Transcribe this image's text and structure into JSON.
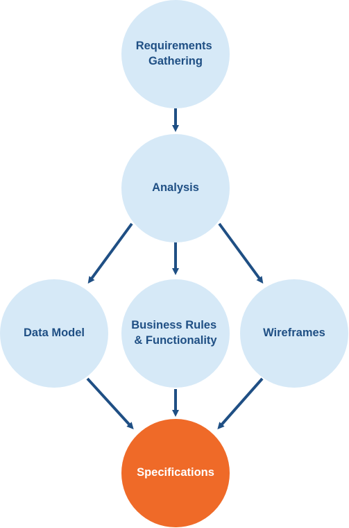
{
  "colors": {
    "node_fill": "#d6e9f7",
    "node_text": "#1f4f84",
    "highlight_fill": "#ef6a28",
    "highlight_text": "#ffffff",
    "arrow": "#1f4f84"
  },
  "nodes": {
    "requirements": {
      "lines": [
        "Requirements",
        "Gathering"
      ]
    },
    "analysis": {
      "lines": [
        "Analysis"
      ]
    },
    "data_model": {
      "lines": [
        "Data Model"
      ]
    },
    "business_rules": {
      "lines": [
        "Business Rules",
        "& Functionality"
      ]
    },
    "wireframes": {
      "lines": [
        "Wireframes"
      ]
    },
    "specifications": {
      "lines": [
        "Specifications"
      ]
    }
  }
}
